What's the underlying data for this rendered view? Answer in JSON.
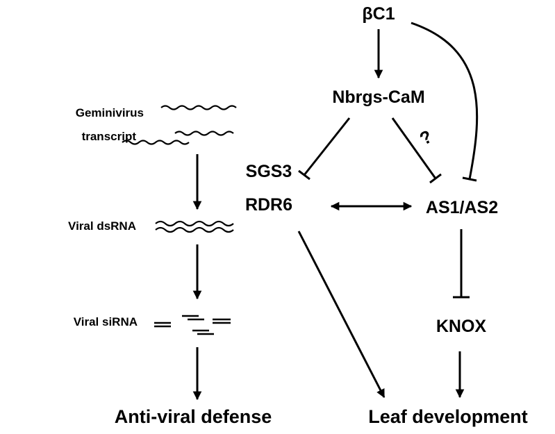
{
  "left_column": {
    "label_transcript_line1": "Geminivirus",
    "label_transcript_line2": "transcript",
    "label_dsrna": "Viral dsRNA",
    "label_sirna": "Viral siRNA",
    "outcome": "Anti-viral defense"
  },
  "pathway": {
    "source": "βC1",
    "mediator": "Nbrgs-CaM",
    "sgs3": "SGS3",
    "rdr6": "RDR6",
    "as1_as2": "AS1/AS2",
    "knox": "KNOX",
    "outcome": "Leaf development",
    "uncertain_mark": "?"
  }
}
